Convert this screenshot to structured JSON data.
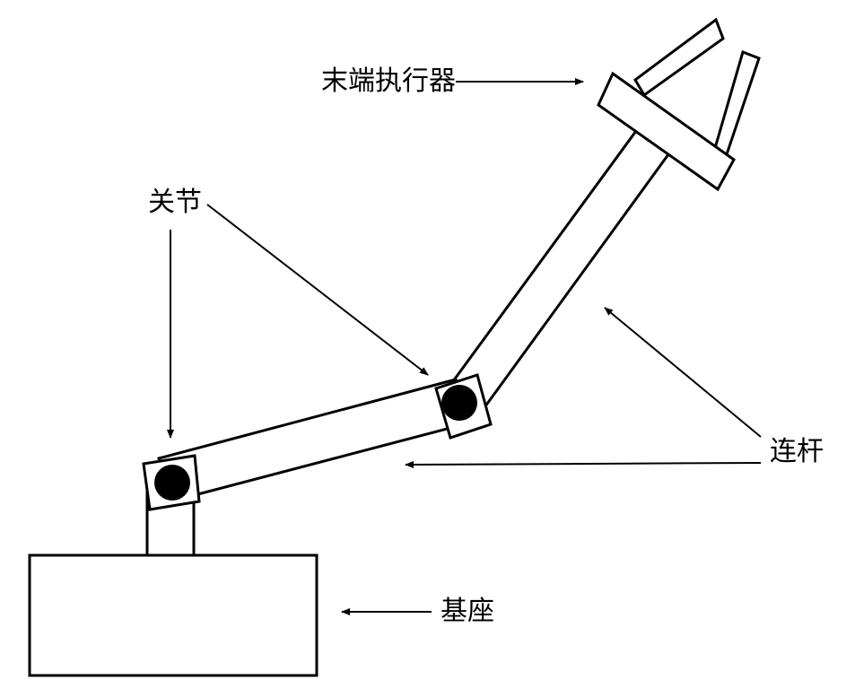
{
  "labels": {
    "end_effector": "末端执行器",
    "joint": "关节",
    "link": "连杆",
    "base": "基座"
  },
  "colors": {
    "stroke": "#000000",
    "fill": "#ffffff",
    "joint_pin": "#000000"
  }
}
